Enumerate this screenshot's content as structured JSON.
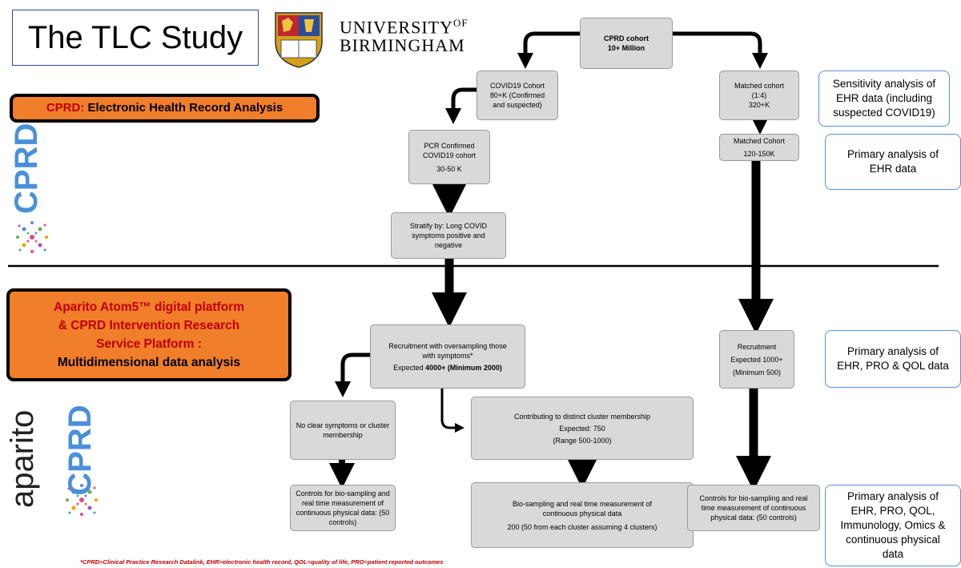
{
  "header": {
    "title": "The TLC Study",
    "university_line1": "UNIVERSITY",
    "university_of": "OF",
    "university_line2": "BIRMINGHAM"
  },
  "sections": {
    "ehr_prefix": "CPRD:",
    "ehr_label": "Electronic Health Record Analysis",
    "platform_line1": "Aparito Atom5™ digital platform",
    "platform_line2": "& CPRD Intervention Research",
    "platform_line3": "Service Platform :",
    "platform_line4": "Multidimensional data analysis"
  },
  "logos": {
    "cprd_upper": "CPRD",
    "cprd_lower": "CPRD",
    "aparito": "aparito"
  },
  "nodes": {
    "cprd_cohort": {
      "l1": "CPRD cohort",
      "l2": "10+ Million"
    },
    "covid_cohort": {
      "l1": "COVID19 Cohort",
      "l2": "80+K (Confirmed",
      "l3": "and suspected)"
    },
    "matched_1_4": {
      "l1": "Matched cohort",
      "l2": "(1:4)",
      "l3": "320+K"
    },
    "pcr_cohort": {
      "l1": "PCR Confirmed",
      "l2": "COVID19 cohort",
      "l3": "30-50 K"
    },
    "matched_cohort": {
      "l1": "Matched Cohort",
      "l2": "120-150K"
    },
    "stratify": {
      "l1": "Stratify by: Long COVID",
      "l2": "symptoms positive and",
      "l3": "negative"
    },
    "recruitment_main": {
      "l1": "Recruitment with oversampling those",
      "l2": "with symptoms*",
      "l3_prefix": "Expected ",
      "l3_bold": "4000+ (Minimum 2000)"
    },
    "recruitment_matched": {
      "l1": "Recruitment",
      "l2": "Expected 1000+",
      "l3": "(Minimum 500)"
    },
    "no_clear": {
      "l1": "No clear symptoms or cluster",
      "l2": "membership"
    },
    "cluster": {
      "l1": "Contributing to distinct cluster membership",
      "l2": "Expected: 750",
      "l3": "(Range 500-1000)"
    },
    "controls_left": {
      "l1": "Controls for bio-sampling and",
      "l2": "real time  measurement of",
      "l3": "continuous physical data: (50",
      "l4": "controls)"
    },
    "biosampling": {
      "l1": "Bio-sampling and real time  measurement of",
      "l2": "continuous physical data",
      "l3": "200 (50 from each cluster assuming 4 clusters)"
    },
    "controls_right": {
      "l1": "Controls for bio-sampling and real",
      "l2": "time  measurement of continuous",
      "l3": "physical data: (50 controls)"
    }
  },
  "side_notes": {
    "sensitivity": {
      "l1": "Sensitivity analysis of",
      "l2": "EHR data (including",
      "l3": "suspected COVID19)"
    },
    "primary_ehr": {
      "l1": "Primary analysis of",
      "l2": "EHR data"
    },
    "primary_pro": {
      "l1": "Primary analysis of",
      "l2": "EHR, PRO & QOL data"
    },
    "primary_full": {
      "l1": "Primary analysis of",
      "l2": "EHR, PRO, QOL,",
      "l3": "Immunology, Omics &",
      "l4": "continuous physical",
      "l5": "data"
    }
  },
  "footnote": "*CPRD=Clinical Practice Research Datalink, EHR=electronic health record, QOL=quality of life, PRO=patient reported outcomes",
  "colors": {
    "orange": "#f07e2a",
    "dark_red": "#c00000",
    "cprd_blue": "#4a90d9",
    "box_grey": "#d9d9d9",
    "note_border": "#5b8fd6"
  }
}
